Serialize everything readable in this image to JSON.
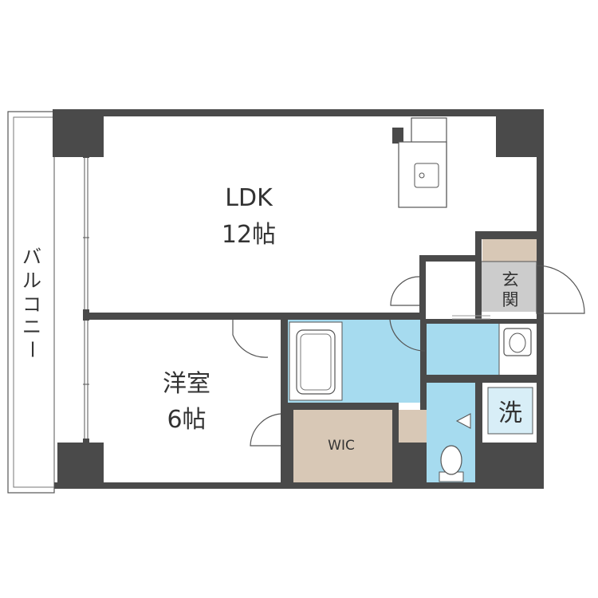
{
  "rooms": {
    "ldk": {
      "name": "LDK",
      "size": "12帖"
    },
    "western": {
      "name": "洋室",
      "size": "6帖"
    },
    "wic": {
      "name": "WIC"
    },
    "entrance": {
      "line1": "玄",
      "line2": "関"
    },
    "laundry": {
      "label": "洗"
    },
    "balcony": {
      "chars": [
        "バ",
        "ル",
        "コ",
        "ニ",
        "ー"
      ]
    }
  },
  "colors": {
    "wall": "#4a4a4a",
    "water": "#a6dbef",
    "wic": "#d8c8b6",
    "entrance": "#cccccc",
    "floor": "#ffffff"
  }
}
